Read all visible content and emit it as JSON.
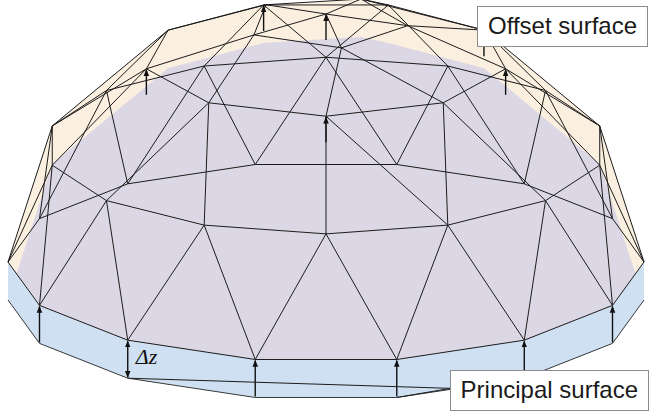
{
  "diagram": {
    "nodes": [
      {
        "text": [
          "Offset surface"
        ]
      },
      {
        "text": [
          "Principal surface"
        ]
      }
    ],
    "labels": [
      "Δz"
    ]
  }
}
